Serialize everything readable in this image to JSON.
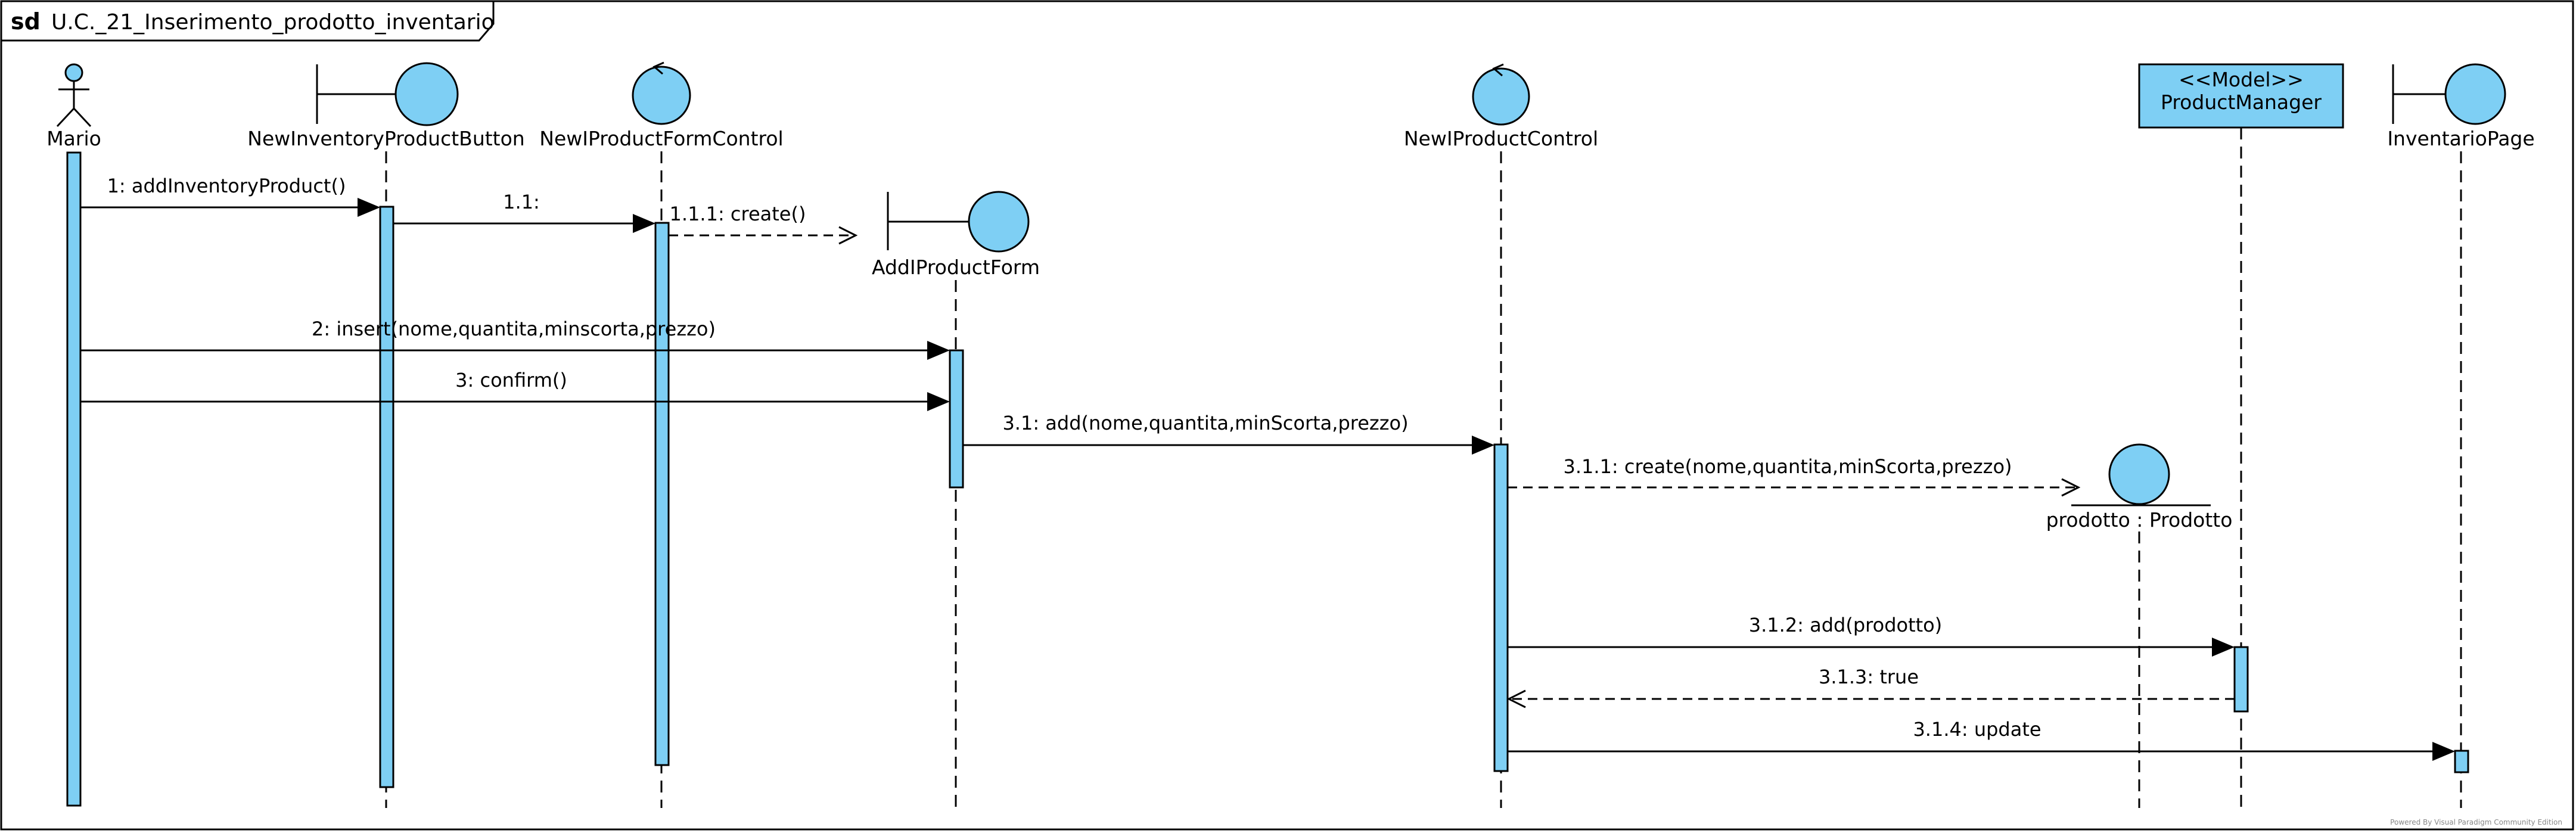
{
  "frame": {
    "keyword": "sd",
    "name": "U.C._21_Inserimento_prodotto_inventario"
  },
  "colors": {
    "fill": "#7ecff4",
    "stroke": "#000000",
    "background": "#ffffff"
  },
  "lifelines": [
    {
      "id": "mario",
      "name": "Mario",
      "shape": "actor"
    },
    {
      "id": "btn",
      "name": "NewInventoryProductButton",
      "shape": "boundary"
    },
    {
      "id": "formctl",
      "name": "NewIProductFormControl",
      "shape": "control"
    },
    {
      "id": "form",
      "name": "AddIProductForm",
      "shape": "boundary"
    },
    {
      "id": "ctl",
      "name": "NewIProductControl",
      "shape": "control"
    },
    {
      "id": "prod",
      "name": "prodotto : Prodotto",
      "shape": "entity"
    },
    {
      "id": "pm",
      "name": "ProductManager",
      "stereotype": "<<Model>>",
      "shape": "class"
    },
    {
      "id": "page",
      "name": "InventarioPage",
      "shape": "boundary"
    }
  ],
  "messages": [
    {
      "id": "m1",
      "label": "1: addInventoryProduct()",
      "from": "mario",
      "to": "btn",
      "kind": "sync"
    },
    {
      "id": "m11",
      "label": "1.1:",
      "from": "btn",
      "to": "formctl",
      "kind": "sync"
    },
    {
      "id": "m111",
      "label": "1.1.1: create()",
      "from": "formctl",
      "to": "form",
      "kind": "create"
    },
    {
      "id": "m2",
      "label": "2: insert(nome,quantita,minscorta,prezzo)",
      "from": "mario",
      "to": "form",
      "kind": "sync"
    },
    {
      "id": "m3",
      "label": "3: confirm()",
      "from": "mario",
      "to": "form",
      "kind": "sync"
    },
    {
      "id": "m31",
      "label": "3.1: add(nome,quantita,minScorta,prezzo)",
      "from": "form",
      "to": "ctl",
      "kind": "sync"
    },
    {
      "id": "m311",
      "label": "3.1.1: create(nome,quantita,minScorta,prezzo)",
      "from": "ctl",
      "to": "prod",
      "kind": "create"
    },
    {
      "id": "m312",
      "label": "3.1.2: add(prodotto)",
      "from": "ctl",
      "to": "pm",
      "kind": "sync"
    },
    {
      "id": "m313",
      "label": "3.1.3: true",
      "from": "pm",
      "to": "ctl",
      "kind": "return"
    },
    {
      "id": "m314",
      "label": "3.1.4: update",
      "from": "ctl",
      "to": "page",
      "kind": "sync"
    }
  ],
  "footer": "Powered By Visual Paradigm Community Edition"
}
